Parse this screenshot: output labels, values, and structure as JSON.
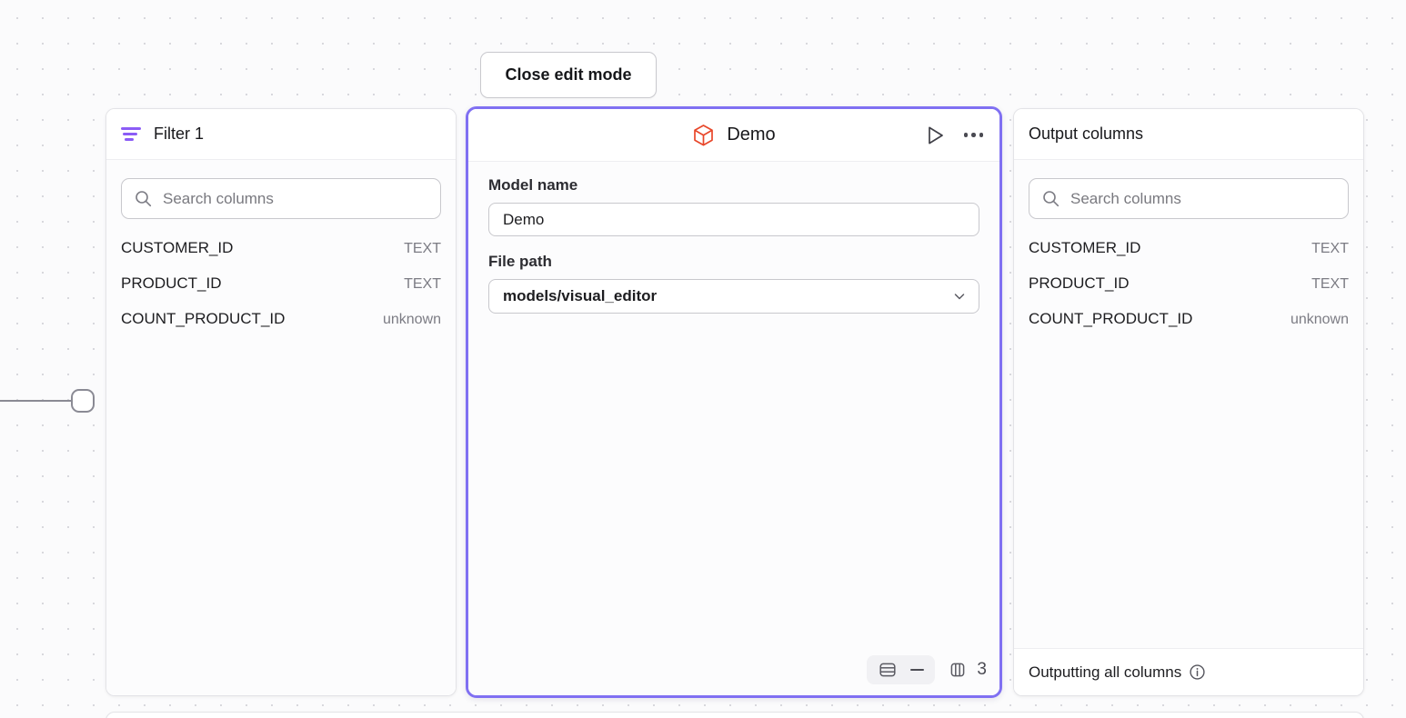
{
  "toolbar": {
    "close_edit_mode_label": "Close edit mode"
  },
  "filter_panel": {
    "title": "Filter 1",
    "icon": "filter-icon",
    "search_placeholder": "Search columns",
    "columns": [
      {
        "name": "CUSTOMER_ID",
        "type": "TEXT"
      },
      {
        "name": "PRODUCT_ID",
        "type": "TEXT"
      },
      {
        "name": "COUNT_PRODUCT_ID",
        "type": "unknown"
      }
    ]
  },
  "model_panel": {
    "title": "Demo",
    "icon": "cube-icon",
    "run_icon": "play-icon",
    "menu_icon": "ellipsis-icon",
    "fields": {
      "model_name_label": "Model name",
      "model_name_value": "Demo",
      "file_path_label": "File path",
      "file_path_value": "models/visual_editor"
    },
    "footer": {
      "rows_icon": "rows-icon",
      "rows_value": "—",
      "columns_icon": "columns-icon",
      "columns_value": "3"
    }
  },
  "output_panel": {
    "title": "Output columns",
    "search_placeholder": "Search columns",
    "columns": [
      {
        "name": "CUSTOMER_ID",
        "type": "TEXT"
      },
      {
        "name": "PRODUCT_ID",
        "type": "TEXT"
      },
      {
        "name": "COUNT_PRODUCT_ID",
        "type": "unknown"
      }
    ],
    "footer_text": "Outputting all columns",
    "footer_icon": "info-icon"
  },
  "colors": {
    "accent_purple": "#8070f2",
    "filter_purple": "#8b5cf6",
    "model_red": "#e8472a",
    "canvas_bg": "#fbfbfc"
  }
}
